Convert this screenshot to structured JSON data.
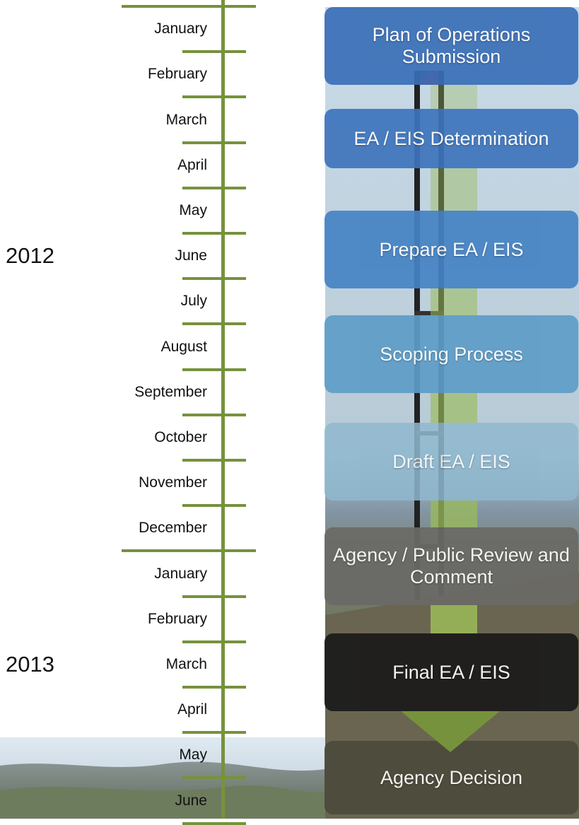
{
  "timeline": {
    "years": [
      {
        "label": "2012",
        "center_slot": 5.5
      },
      {
        "label": "2013",
        "center_slot": 14.5
      }
    ],
    "months": [
      "January",
      "February",
      "March",
      "April",
      "May",
      "June",
      "July",
      "August",
      "September",
      "October",
      "November",
      "December",
      "January",
      "February",
      "March",
      "April",
      "May",
      "June"
    ],
    "year_boundaries": [
      0,
      12
    ]
  },
  "process": {
    "stages": [
      {
        "label": "Plan of Operations Submission",
        "color": "#3a6fb8"
      },
      {
        "label": "EA / EIS Determination",
        "color": "#3e75bd"
      },
      {
        "label": "Prepare EA / EIS",
        "color": "#4583c4"
      },
      {
        "label": "Scoping Process",
        "color": "#5e9dc8"
      },
      {
        "label": "Draft EA / EIS",
        "color": "#8fb8cf"
      },
      {
        "label": "Agency / Public Review and Comment",
        "color": "#6a6a66"
      },
      {
        "label": "Final EA / EIS",
        "color": "#1a1a1a"
      },
      {
        "label": "Agency Decision",
        "color": "#4c4a3c"
      }
    ],
    "connector_color": "#9bbb59",
    "arrow_color": "#76923c"
  }
}
